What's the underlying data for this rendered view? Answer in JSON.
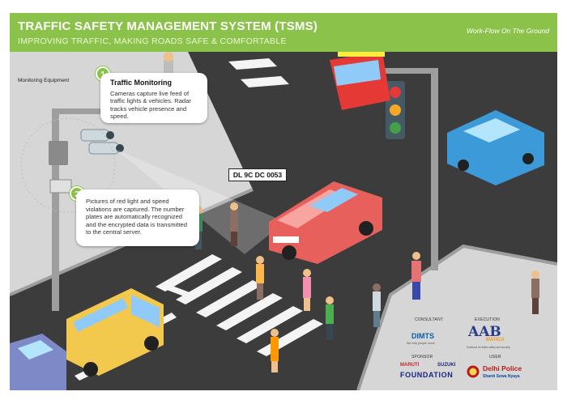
{
  "header": {
    "title": "TRAFFIC SAFETY MANAGEMENT SYSTEM (TSMS)",
    "subtitle": "IMPROVING TRAFFIC, MAKING ROADS SAFE & COMFORTABLE",
    "right_text": "Work-Flow On The Ground"
  },
  "scene": {
    "equipment_label": "Monitoring Equipment",
    "plate_number": "DL 9C DC 0053",
    "colors": {
      "accent": "#8bc34a",
      "road": "#3b3b3b",
      "sidewalk": "#c9c9c9",
      "car_red": "#e8605c",
      "car_blue": "#3d9ad8",
      "van": "#f2c94c"
    }
  },
  "steps": [
    {
      "number": "1",
      "title": "Traffic Monitoring",
      "text": "Cameras capture live feed of traffic lights & vehicles. Radar tracks vehicle presence and speed."
    },
    {
      "number": "2",
      "title": "",
      "text": "Pictures of red light and speed violations are captured. The number plates are automatically recognized and the encrypted data is transmitted to the central server."
    }
  ],
  "partners": {
    "consultant_label": "CONSULTANT",
    "consultant_name": "DIMTS",
    "consultant_tagline": "We help people move",
    "execution_label": "EXECUTION",
    "execution_name": "AAB",
    "execution_sub": "MATICA",
    "execution_tagline": "Solutions for traffic safety and security",
    "sponsor_label": "SPONSOR",
    "sponsor_maruti": "MARUTI",
    "sponsor_suzuki": "SUZUKI",
    "sponsor_foundation": "FOUNDATION",
    "user_label": "USER",
    "user_name": "Delhi Police",
    "user_tagline": "Shanti Sewa Nyaya"
  }
}
